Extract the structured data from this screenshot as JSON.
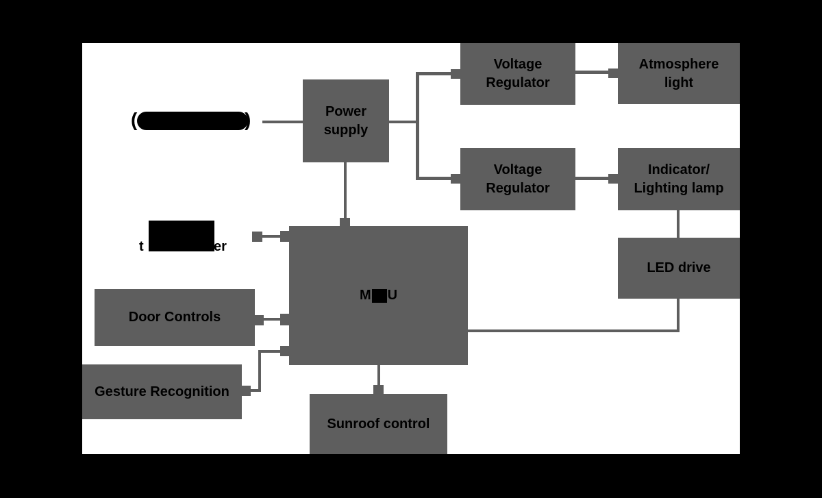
{
  "diagram": {
    "colors": {
      "background": "#000000",
      "canvas": "#ffffff",
      "node_fill": "#5e5e5e",
      "connector": "#5e5e5e",
      "text": "#000000",
      "redaction": "#000000"
    },
    "nodes": {
      "power_supply": {
        "label": "Power\nsupply"
      },
      "voltage_regulator_top": {
        "label": "Voltage\nRegulator"
      },
      "atmosphere_light": {
        "label": "Atmosphere\nlight"
      },
      "voltage_regulator_bottom": {
        "label": "Voltage\nRegulator"
      },
      "indicator_lighting_lamp": {
        "label": "Indicator/\nLighting lamp"
      },
      "led_drive": {
        "label": "LED drive"
      },
      "mcu": {
        "visible_prefix": "M",
        "visible_suffix": "U"
      },
      "door_controls": {
        "label": "Door Controls"
      },
      "gesture_recognition": {
        "label": "Gesture Recognition"
      },
      "sunroof_control": {
        "label": "Sunroof control"
      }
    },
    "partial_labels": {
      "power_source": {
        "visible_prefix": "(",
        "visible_suffix": ")"
      },
      "transceiver": {
        "visible_prefix": "t",
        "visible_suffix": "er"
      }
    },
    "edges": [
      {
        "from": "power_source_label",
        "to": "power_supply"
      },
      {
        "from": "power_supply",
        "to": "voltage_regulator_top"
      },
      {
        "from": "power_supply",
        "to": "voltage_regulator_bottom"
      },
      {
        "from": "voltage_regulator_top",
        "to": "atmosphere_light"
      },
      {
        "from": "voltage_regulator_bottom",
        "to": "indicator_lighting_lamp"
      },
      {
        "from": "indicator_lighting_lamp",
        "to": "led_drive"
      },
      {
        "from": "power_supply",
        "to": "mcu"
      },
      {
        "from": "transceiver_label",
        "to": "mcu"
      },
      {
        "from": "door_controls",
        "to": "mcu"
      },
      {
        "from": "mcu",
        "to": "gesture_recognition"
      },
      {
        "from": "mcu",
        "to": "sunroof_control"
      },
      {
        "from": "mcu",
        "to": "led_drive"
      }
    ]
  }
}
